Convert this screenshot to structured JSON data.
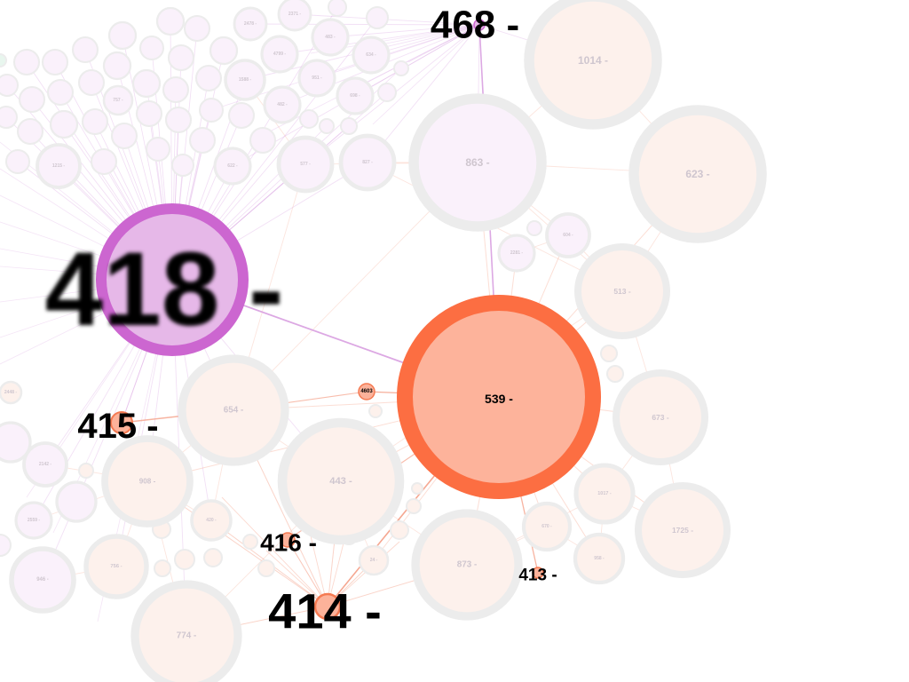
{
  "graph": {
    "colors": {
      "background": "#ffffff",
      "faded_purple_fill": "#faf1fb",
      "faded_purple_stroke": "#ececec",
      "faded_orange_fill": "#fdf1ec",
      "faded_orange_stroke": "#ececec",
      "node418_fill": "#e6b8e8",
      "node418_stroke": "#cc66d0",
      "node539_fill": "#fdb39b",
      "node539_stroke": "#fc6e42",
      "small_orange_fill": "#fcb29a",
      "small_orange_stroke": "#f57a52",
      "edge_purple": "#d89ee0",
      "edge_orange": "#f5a088",
      "faint_label": "#cfc6cf"
    },
    "highlight_nodes": [
      {
        "id": "418",
        "label": "418 -"
      },
      {
        "id": "539",
        "label": "539 -"
      },
      {
        "id": "468",
        "label": "468 -"
      },
      {
        "id": "415",
        "label": "415 -"
      },
      {
        "id": "416",
        "label": "416 -"
      },
      {
        "id": "414",
        "label": "414 -"
      },
      {
        "id": "413",
        "label": "413 -"
      },
      {
        "id": "4603",
        "label": "4603"
      }
    ],
    "faded_nodes": [
      {
        "id": "1014",
        "label": "1014 -",
        "color": "orange"
      },
      {
        "id": "863",
        "label": "863 -",
        "color": "purple"
      },
      {
        "id": "623",
        "label": "623 -",
        "color": "orange"
      },
      {
        "id": "513",
        "label": "513 -",
        "color": "orange"
      },
      {
        "id": "673",
        "label": "673 -",
        "color": "orange"
      },
      {
        "id": "654",
        "label": "654 -",
        "color": "orange"
      },
      {
        "id": "443",
        "label": "443 -",
        "color": "orange"
      },
      {
        "id": "908",
        "label": "908 -",
        "color": "orange"
      },
      {
        "id": "873",
        "label": "873 -",
        "color": "orange"
      },
      {
        "id": "774",
        "label": "774 -",
        "color": "orange"
      },
      {
        "id": "1725",
        "label": "1725 -",
        "color": "orange"
      },
      {
        "id": "1017",
        "label": "1017 -",
        "color": "orange"
      },
      {
        "id": "670",
        "label": "670 -",
        "color": "orange"
      },
      {
        "id": "958",
        "label": "958 -",
        "color": "orange"
      },
      {
        "id": "946",
        "label": "946 -",
        "color": "purple"
      },
      {
        "id": "756",
        "label": "756 -",
        "color": "orange"
      },
      {
        "id": "577",
        "label": "577 -",
        "color": "purple"
      },
      {
        "id": "827",
        "label": "827 -",
        "color": "purple"
      },
      {
        "id": "1215",
        "label": "1215 -",
        "color": "purple"
      },
      {
        "id": "1588",
        "label": "1588 -",
        "color": "purple"
      },
      {
        "id": "604",
        "label": "604 -",
        "color": "purple"
      },
      {
        "id": "2281",
        "label": "2281 -",
        "color": "purple"
      },
      {
        "id": "2142",
        "label": "2142 -",
        "color": "purple"
      },
      {
        "id": "2559",
        "label": "2559 -",
        "color": "purple"
      },
      {
        "id": "420",
        "label": "420 -",
        "color": "orange"
      },
      {
        "id": "24",
        "label": "24 -",
        "color": "orange"
      },
      {
        "id": "622",
        "label": "622 -",
        "color": "purple"
      },
      {
        "id": "2371",
        "label": "2371 -",
        "color": "purple"
      },
      {
        "id": "2478",
        "label": "2478 -",
        "color": "purple"
      },
      {
        "id": "483",
        "label": "483 -",
        "color": "purple"
      },
      {
        "id": "4799",
        "label": "4799 -",
        "color": "purple"
      },
      {
        "id": "634",
        "label": "634 -",
        "color": "purple"
      },
      {
        "id": "951",
        "label": "951 -",
        "color": "purple"
      },
      {
        "id": "698",
        "label": "698 -",
        "color": "purple"
      },
      {
        "id": "482",
        "label": "482 -",
        "color": "purple"
      },
      {
        "id": "757",
        "label": "757 -",
        "color": "purple"
      },
      {
        "id": "2448",
        "label": "2448 -",
        "color": "orange"
      }
    ]
  }
}
